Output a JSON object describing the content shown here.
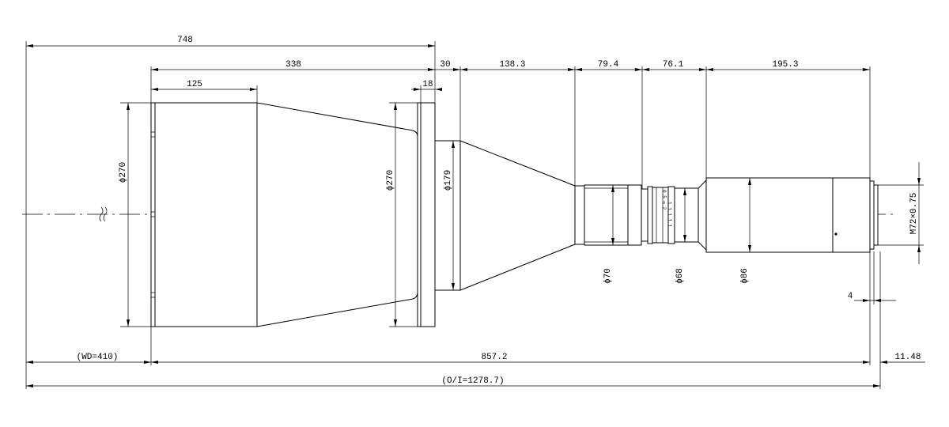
{
  "dimensions": {
    "total_flange_length": "748",
    "hood_length": "338",
    "front_lens_length": "125",
    "flange_thickness": "18",
    "flange_gap": "30",
    "cone_length": "138.3",
    "mid_section_length": "79.4",
    "focus_ring_length": "76.1",
    "rear_barrel_length": "195.3",
    "working_distance": "(WD=410)",
    "lens_length": "857.2",
    "back_focus": "11.48",
    "object_to_image": "(O/I=1278.7)",
    "mount_offset": "4"
  },
  "diameters": {
    "front": "ϕ270",
    "flange": "ϕ270",
    "cone_base": "ϕ179",
    "mid": "ϕ70",
    "focus": "ϕ68",
    "rear": "ϕ86",
    "mount_thread": "M72×0.75"
  },
  "focus_scale": {
    "row_1": "1 1 1 1 1",
    "row_2": "0.5 ∞ 2"
  }
}
